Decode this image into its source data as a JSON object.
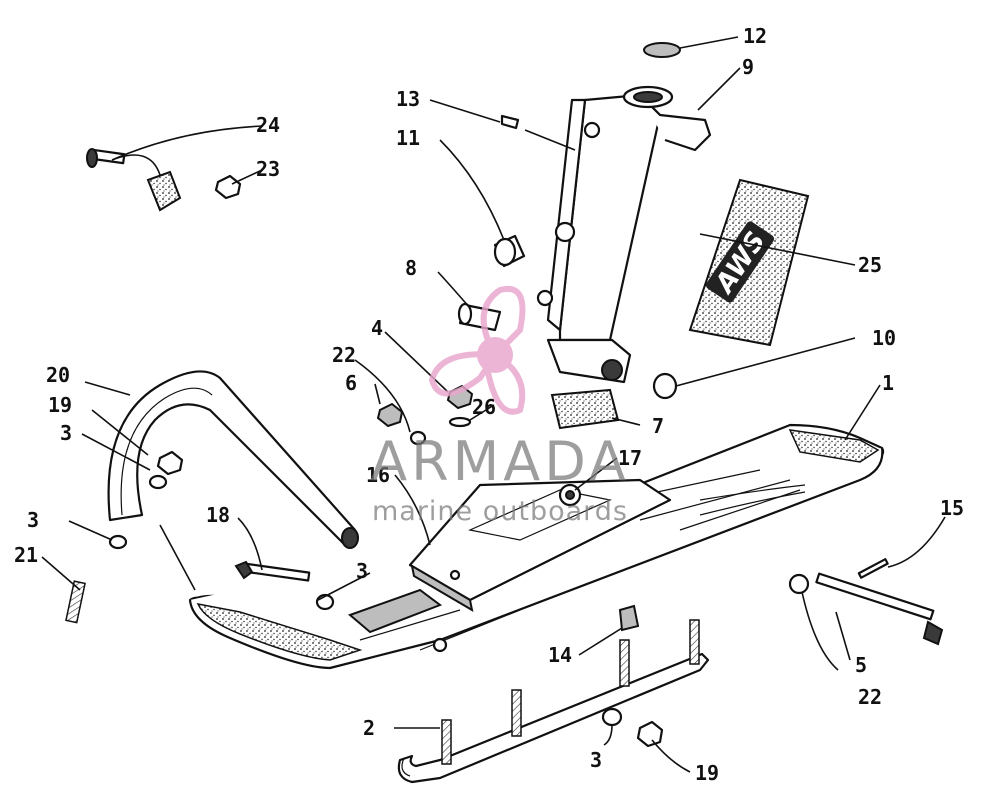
{
  "watermark": {
    "brand": "ARMADA",
    "tagline": "marine outboards",
    "logo_icon": "propeller-logo-icon",
    "logo_color": "#e8a6cc"
  },
  "decal": {
    "text": "AWS"
  },
  "callouts": {
    "c1": "1",
    "c2": "2",
    "c3a": "3",
    "c3b": "3",
    "c3c": "3",
    "c3d": "3",
    "c4": "4",
    "c5": "5",
    "c6": "6",
    "c7": "7",
    "c8": "8",
    "c9": "9",
    "c10": "10",
    "c11": "11",
    "c12": "12",
    "c13": "13",
    "c14": "14",
    "c15": "15",
    "c16": "16",
    "c17": "17",
    "c18": "18",
    "c19a": "19",
    "c19b": "19",
    "c20": "20",
    "c21": "21",
    "c22a": "22",
    "c22b": "22",
    "c23": "23",
    "c24": "24",
    "c25": "25",
    "c26": "26"
  }
}
